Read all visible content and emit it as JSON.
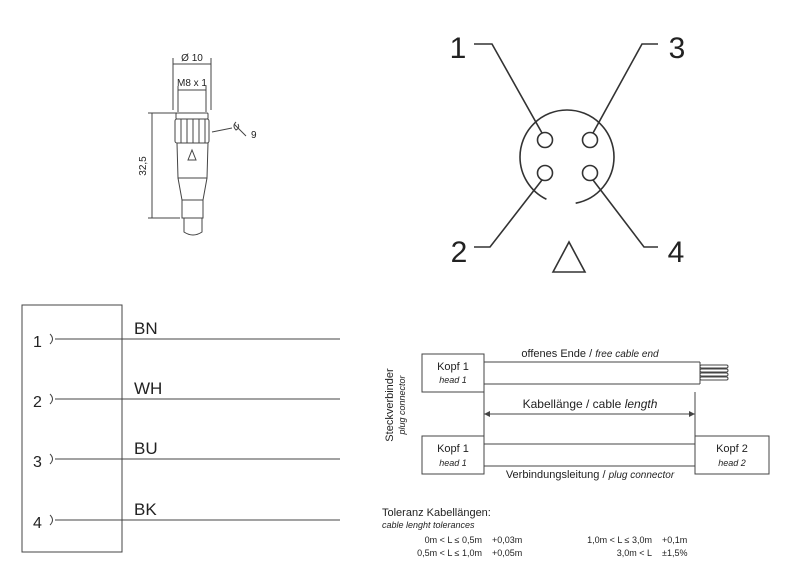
{
  "connector_drawing": {
    "dim_diameter": "Ø 10",
    "dim_thread": "M8 x 1",
    "dim_length": "32,5",
    "wrench_size": "9"
  },
  "pinout": {
    "pins": [
      "1",
      "2",
      "3",
      "4"
    ]
  },
  "wiring": {
    "rows": [
      {
        "pin": "1",
        "color": "BN"
      },
      {
        "pin": "2",
        "color": "WH"
      },
      {
        "pin": "3",
        "color": "BU"
      },
      {
        "pin": "4",
        "color": "BK"
      }
    ]
  },
  "cable": {
    "vertical_de": "Steckverbinder",
    "vertical_en": "plug connector",
    "head1_de": "Kopf 1",
    "head1_en": "head 1",
    "head2_de": "Kopf 2",
    "head2_en": "head 2",
    "free_end_de": "offenes Ende / ",
    "free_end_en": "free cable end",
    "length_de": "Kabellänge / cable ",
    "length_en": "length",
    "connection_de": "Verbindungsleitung / ",
    "connection_en": "plug connector"
  },
  "tolerances": {
    "title_de": "Toleranz Kabellängen:",
    "title_en": "cable lenght tolerances",
    "rows": [
      {
        "range1": "0m < L ≤ 0,5m",
        "tol1": "+0,03m",
        "range2": "1,0m < L ≤ 3,0m",
        "tol2": "+0,1m"
      },
      {
        "range1": "0,5m < L ≤ 1,0m",
        "tol1": "+0,05m",
        "range2": "3,0m < L",
        "tol2": "±1,5%"
      }
    ]
  }
}
